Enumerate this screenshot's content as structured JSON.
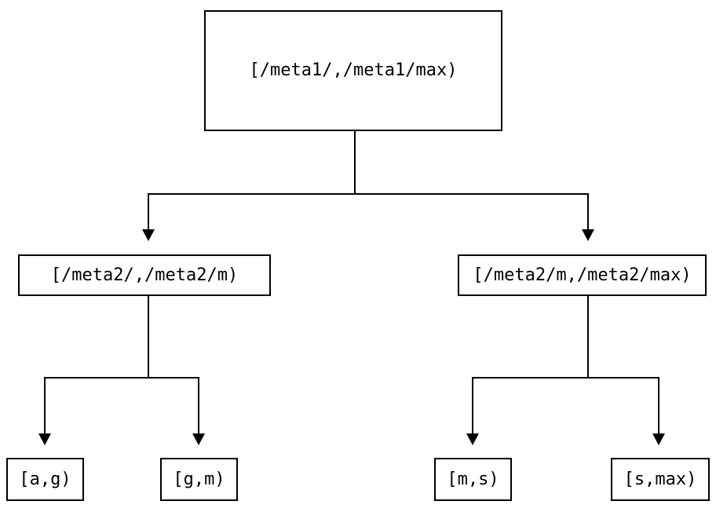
{
  "diagram": {
    "type": "tree",
    "background_color": "#ffffff",
    "stroke_color": "#000000",
    "text_color": "#000000",
    "nodes": {
      "root": {
        "label": "[/meta1/,/meta1/max)"
      },
      "mid_left": {
        "label": "[/meta2/,/meta2/m)"
      },
      "mid_right": {
        "label": "[/meta2/m,/meta2/max)"
      },
      "leaf_ag": {
        "label": "[a,g)"
      },
      "leaf_gm": {
        "label": "[g,m)"
      },
      "leaf_ms": {
        "label": "[m,s)"
      },
      "leaf_smax": {
        "label": "[s,max)"
      }
    },
    "edges": [
      {
        "from": "root",
        "to": "mid_left"
      },
      {
        "from": "root",
        "to": "mid_right"
      },
      {
        "from": "mid_left",
        "to": "leaf_ag"
      },
      {
        "from": "mid_left",
        "to": "leaf_gm"
      },
      {
        "from": "mid_right",
        "to": "leaf_ms"
      },
      {
        "from": "mid_right",
        "to": "leaf_smax"
      }
    ]
  }
}
